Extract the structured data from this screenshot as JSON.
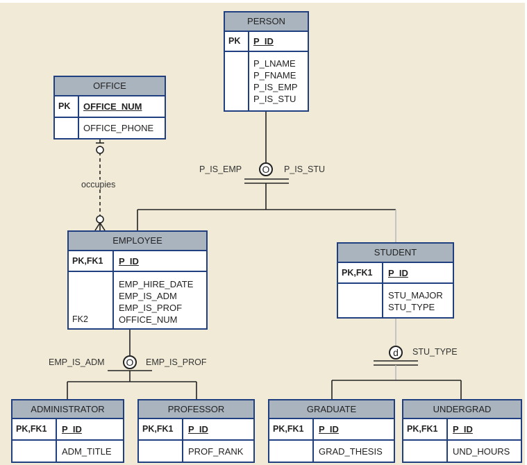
{
  "entities": {
    "person": {
      "name": "PERSON",
      "pk_key": "PK",
      "pk_attr": "P_ID",
      "attrs": [
        "P_LNAME",
        "P_FNAME",
        "P_IS_EMP",
        "P_IS_STU"
      ]
    },
    "office": {
      "name": "OFFICE",
      "pk_key": "PK",
      "pk_attr": "OFFICE_NUM",
      "attrs": [
        "OFFICE_PHONE"
      ]
    },
    "employee": {
      "name": "EMPLOYEE",
      "pk_key": "PK,FK1",
      "pk_attr": "P_ID",
      "attrs": [
        "EMP_HIRE_DATE",
        "EMP_IS_ADM",
        "EMP_IS_PROF",
        "OFFICE_NUM"
      ],
      "fk_label": "FK2"
    },
    "student": {
      "name": "STUDENT",
      "pk_key": "PK,FK1",
      "pk_attr": "P_ID",
      "attrs": [
        "STU_MAJOR",
        "STU_TYPE"
      ]
    },
    "administrator": {
      "name": "ADMINISTRATOR",
      "pk_key": "PK,FK1",
      "pk_attr": "P_ID",
      "attrs": [
        "ADM_TITLE"
      ]
    },
    "professor": {
      "name": "PROFESSOR",
      "pk_key": "PK,FK1",
      "pk_attr": "P_ID",
      "attrs": [
        "PROF_RANK"
      ]
    },
    "graduate": {
      "name": "GRADUATE",
      "pk_key": "PK,FK1",
      "pk_attr": "P_ID",
      "attrs": [
        "GRAD_THESIS"
      ]
    },
    "undergrad": {
      "name": "UNDERGRAD",
      "pk_key": "PK,FK1",
      "pk_attr": "P_ID",
      "attrs": [
        "UND_HOURS"
      ]
    }
  },
  "relationship": {
    "occupies": "occupies"
  },
  "subtypes": {
    "person": {
      "symbol": "O",
      "left": "P_IS_EMP",
      "right": "P_IS_STU"
    },
    "employee": {
      "symbol": "O",
      "left": "EMP_IS_ADM",
      "right": "EMP_IS_PROF"
    },
    "student": {
      "symbol": "d",
      "right": "STU_TYPE"
    }
  },
  "colors": {
    "border": "#1f3f80",
    "header": "#aab4bf",
    "background": "#f0ead6",
    "line": "#222222"
  }
}
